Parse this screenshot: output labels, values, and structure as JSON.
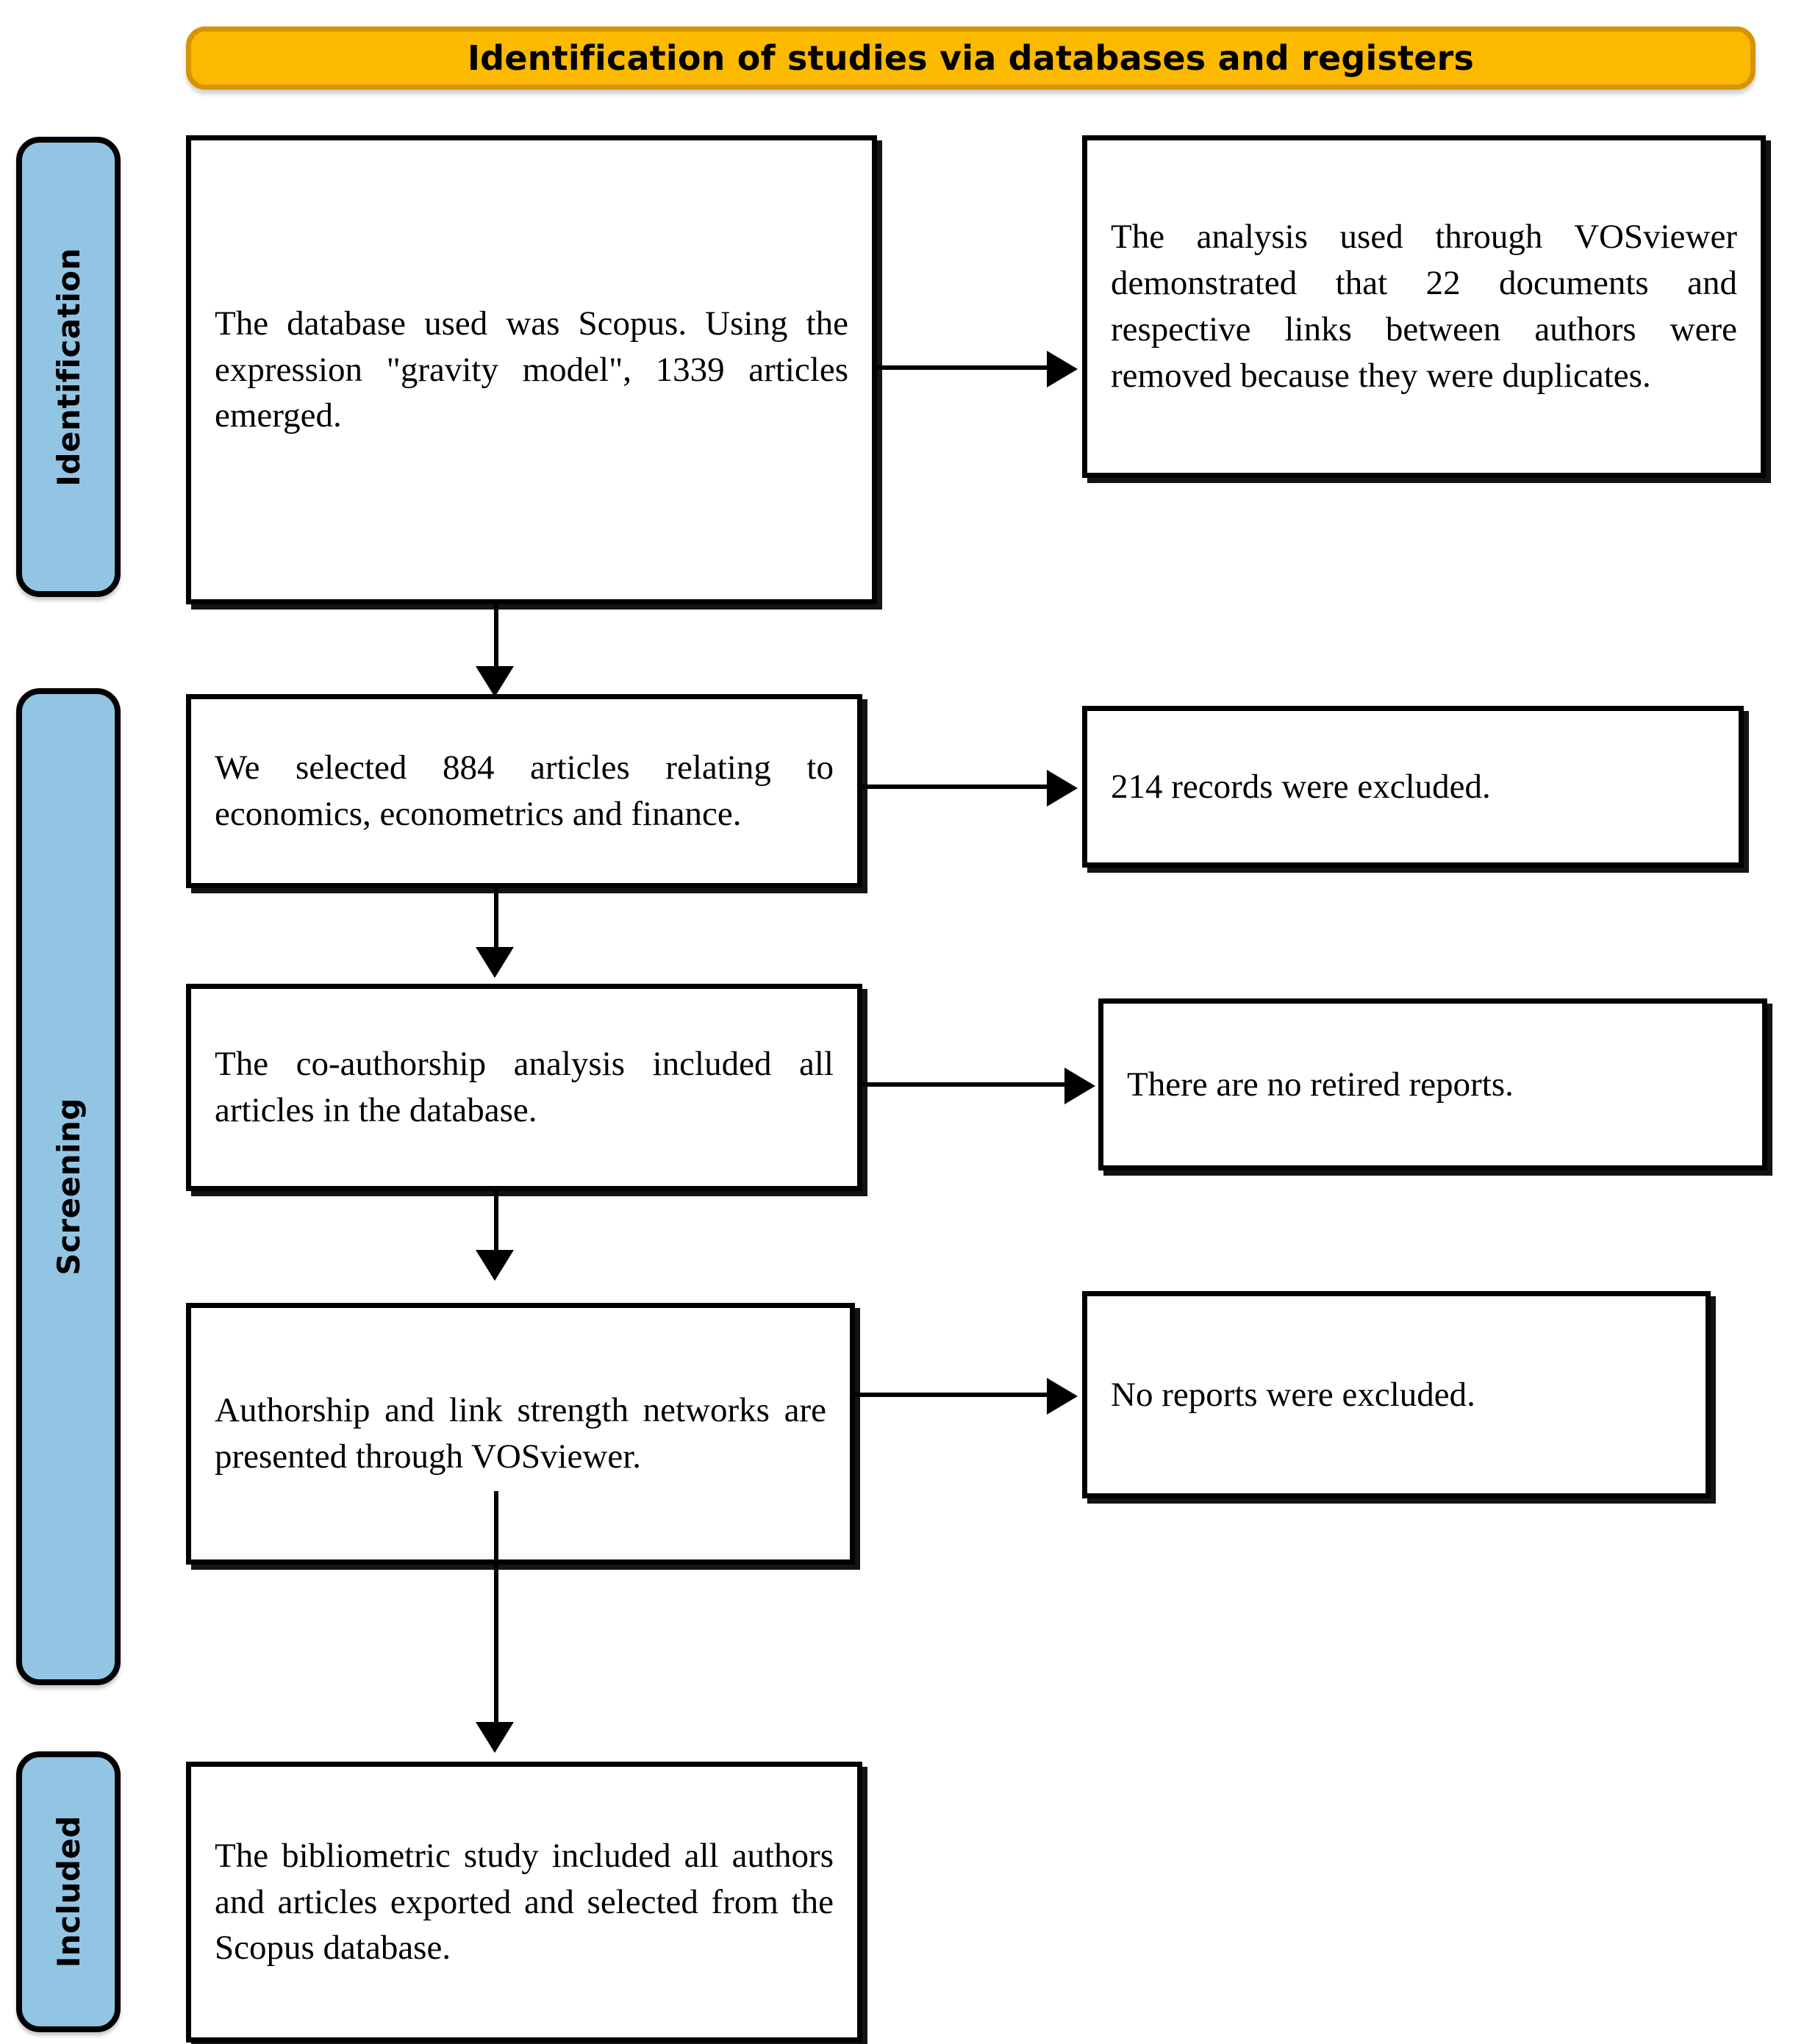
{
  "header": {
    "title": "Identification of studies via databases and registers",
    "background_color": "#FBBA00",
    "border_color": "#D69400"
  },
  "phases": [
    {
      "id": "identification",
      "label": "Identification",
      "color": "#92C5E4"
    },
    {
      "id": "screening",
      "label": "Screening",
      "color": "#92C5E4"
    },
    {
      "id": "included",
      "label": "Included",
      "color": "#92C5E4"
    }
  ],
  "flow": {
    "identification": {
      "text": "The database used was Scopus. Using the expression \"gravity model\", 1339 articles emerged."
    },
    "duplicates_removed": {
      "text": "The analysis used through VOSviewer demonstrated that 22 documents and respective links between authors were removed because they were duplicates."
    },
    "screening_1": {
      "text": "We selected 884 articles relating to economics, econometrics and finance."
    },
    "excluded_1": {
      "text": "214 records were excluded."
    },
    "screening_2": {
      "text": "The co-authorship analysis included all articles in the database."
    },
    "excluded_2": {
      "text": "There are no retired reports."
    },
    "screening_3": {
      "text": "Authorship and link strength networks are presented through VOSviewer."
    },
    "excluded_3": {
      "text": "No reports were excluded."
    },
    "included": {
      "text": "The bibliometric study included all authors and articles exported and selected from the Scopus database."
    }
  },
  "counts": {
    "records_identified": 1339,
    "duplicates_removed": 22,
    "records_selected": 884,
    "records_excluded": 214,
    "retired_reports": 0,
    "reports_excluded": 0
  }
}
